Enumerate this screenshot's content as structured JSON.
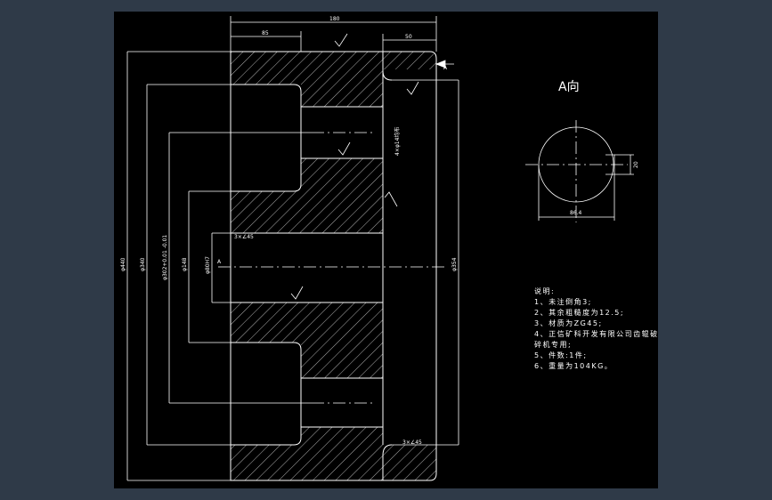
{
  "drawing": {
    "view_label": "A向",
    "dims": {
      "overall_width": "180",
      "left_hub": "85",
      "right_rim": "50",
      "dia_outer": "φ440",
      "dia_2": "φ340",
      "dia_3": "φ302+0.01\n-0.01",
      "dia_4": "φ148",
      "bore": "φ80H7",
      "dia_right": "φ354",
      "holes": "4×φ14均布",
      "chamfer_top": "3×∠45",
      "chamfer_bottom": "3×∠45",
      "key_width": "20",
      "key_depth": "86.4",
      "arrow_label": "A",
      "roughness": "12.5"
    },
    "notes": {
      "title": "说明:",
      "lines": [
        "1、未注倒角3;",
        "2、其余粗糙度为12.5;",
        "3、材质为ZG45;",
        "4、正信矿科开发有限公司齿辊破",
        "碎机专用;",
        "5、件数:1件;",
        "6、重量为104KG。"
      ]
    }
  }
}
